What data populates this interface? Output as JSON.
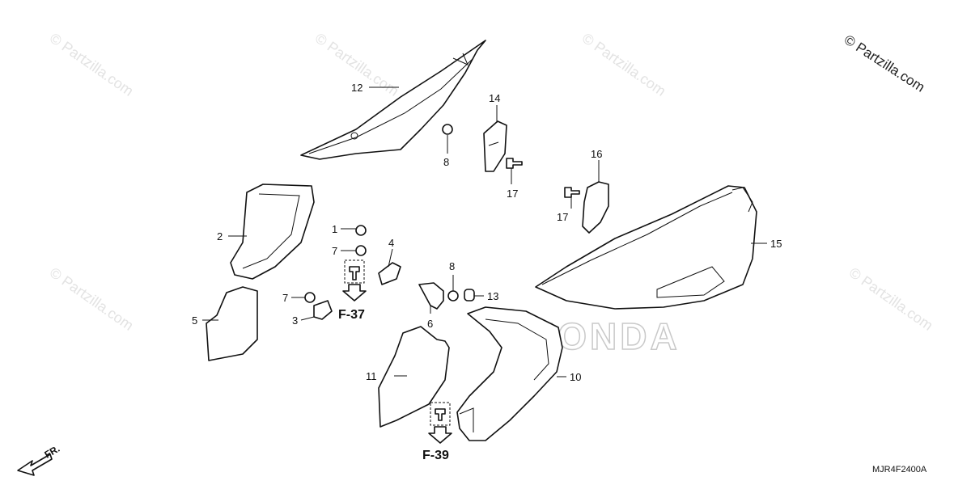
{
  "copyright": "© Partzilla.com",
  "watermark": "© Partzilla.com",
  "diagram_code": "MJR4F2400A",
  "front_arrow_label": "FR.",
  "brand_watermark": "HONDA",
  "refs": {
    "f37": "F-37",
    "f39": "F-39"
  },
  "callouts": {
    "c1": "1",
    "c2": "2",
    "c3": "3",
    "c4": "4",
    "c5": "5",
    "c6": "6",
    "c7a": "7",
    "c7b": "7",
    "c8a": "8",
    "c8b": "8",
    "c10": "10",
    "c11": "11",
    "c12": "12",
    "c13": "13",
    "c14": "14",
    "c15": "15",
    "c16": "16",
    "c17a": "17",
    "c17b": "17"
  }
}
